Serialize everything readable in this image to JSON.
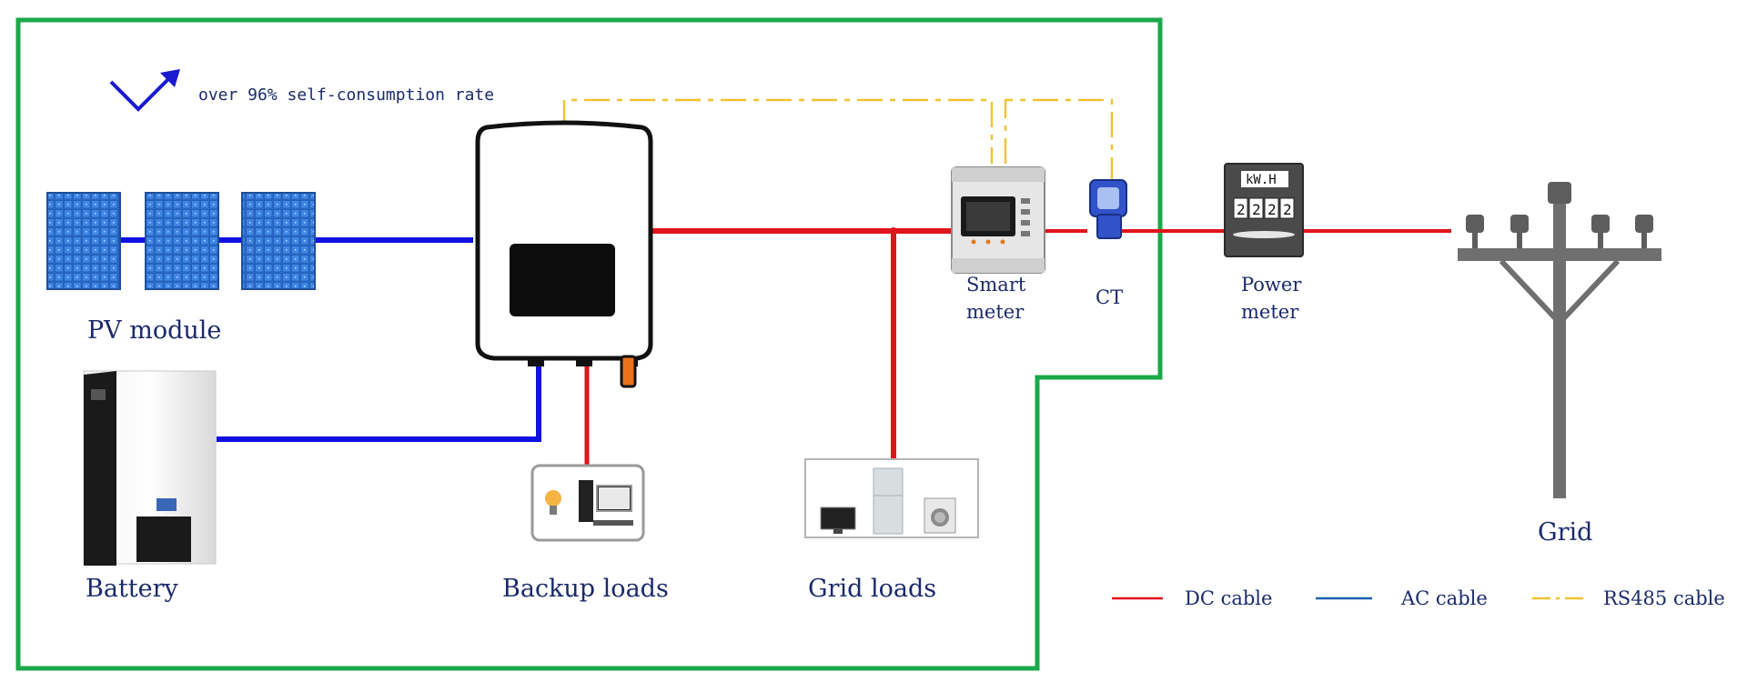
{
  "tagline": "over 96% self-consumption rate",
  "labels": {
    "pv_module": "PV module",
    "battery": "Battery",
    "backup_loads": "Backup loads",
    "grid_loads": "Grid loads",
    "smart_meter_line1": "Smart",
    "smart_meter_line2": "meter",
    "ct": "CT",
    "power_meter_line1": "Power",
    "power_meter_line2": "meter",
    "grid": "Grid"
  },
  "power_meter_display": {
    "unit": "kW.H",
    "digits": [
      "2",
      "2",
      "2",
      "2"
    ]
  },
  "legend": [
    {
      "label": "DC cable",
      "color": "#e0151b",
      "style": "solid"
    },
    {
      "label": "AC cable",
      "color": "#1f5fb4",
      "style": "solid"
    },
    {
      "label": "RS485 cable",
      "color": "#f2c230",
      "style": "dash-dot"
    }
  ],
  "colors": {
    "boundary": "#19a84a",
    "dc_cable": "#e0151b",
    "ac_cable": "#1010e0",
    "rs485_cable": "#f2c230",
    "text": "#1b2a6b",
    "arrow_icon": "#1a1ad0"
  },
  "icons": {
    "trend": "trend-up-arrow-icon",
    "pv": "solar-panel-icon",
    "inverter": "inverter-icon",
    "battery": "battery-cabinet-icon",
    "smart_meter": "smart-meter-icon",
    "ct": "current-transformer-icon",
    "power_meter": "power-meter-icon",
    "grid": "utility-pole-icon"
  }
}
